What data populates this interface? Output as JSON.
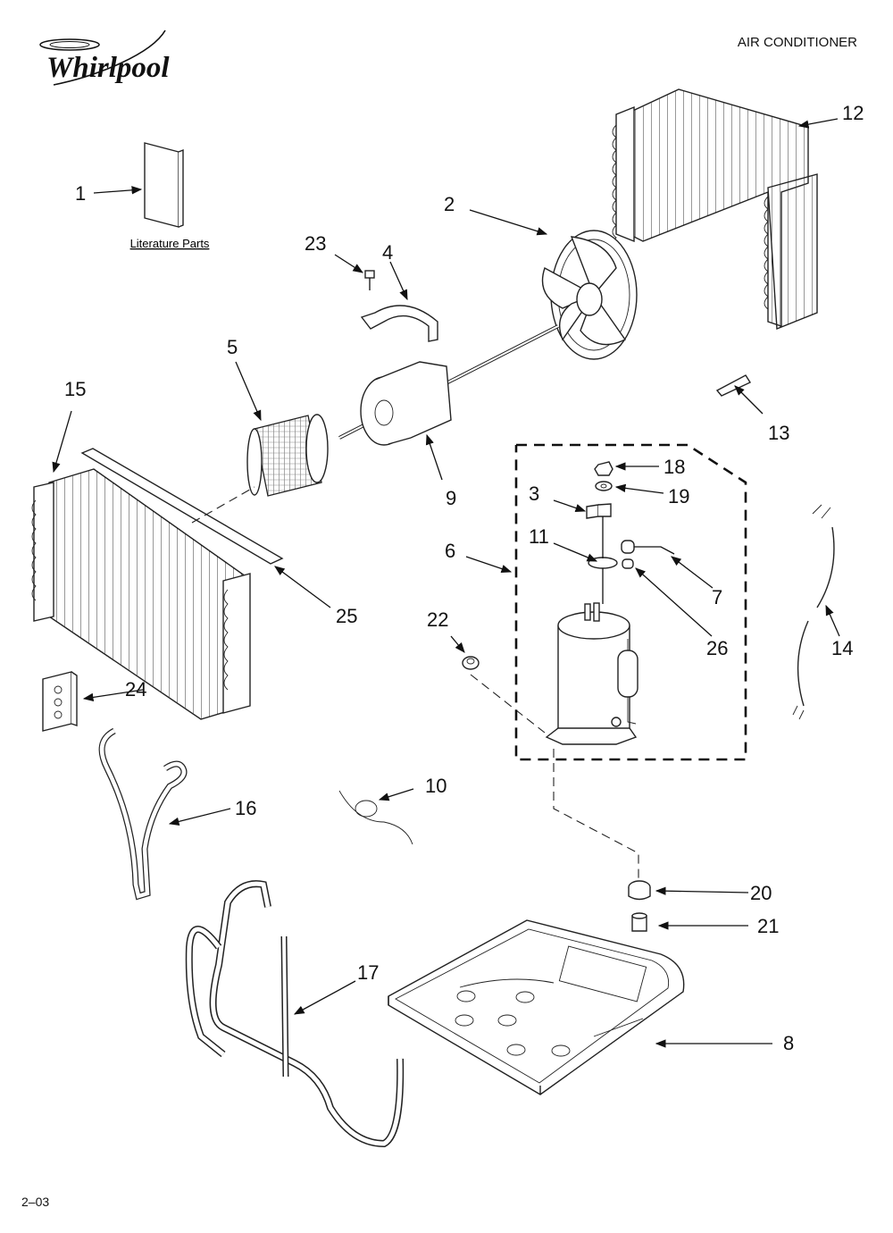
{
  "header": {
    "brand": "Whirlpool",
    "title": "AIR CONDITIONER",
    "footer_code": "2–03"
  },
  "literature_caption": "Literature Parts",
  "callouts": [
    "1",
    "2",
    "3",
    "4",
    "5",
    "6",
    "7",
    "8",
    "9",
    "10",
    "11",
    "12",
    "13",
    "14",
    "15",
    "16",
    "17",
    "18",
    "19",
    "20",
    "21",
    "22",
    "23",
    "24",
    "25",
    "26"
  ]
}
